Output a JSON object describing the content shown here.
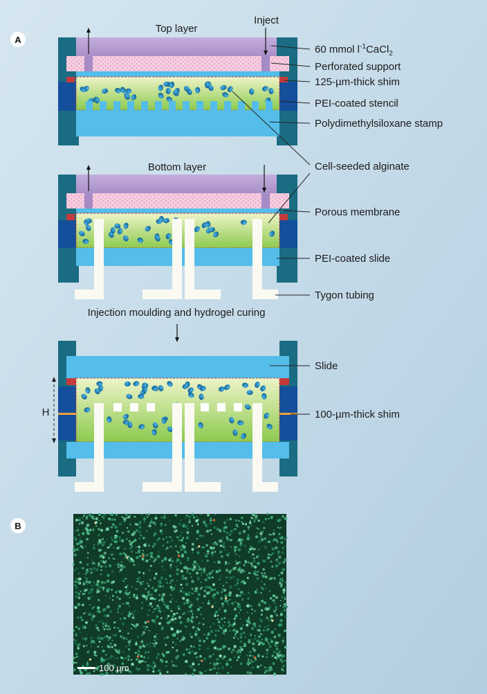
{
  "panel_a": {
    "letter": "A",
    "top": {
      "title": "Top layer",
      "inject": "Inject",
      "labels": {
        "cacl2_prefix": "60 mmol l",
        "cacl2_exp": "-1",
        "cacl2_chem": "CaCl",
        "cacl2_sub": "2",
        "perforated_support": "Perforated support",
        "shim125": "125-µm-thick shim",
        "stencil": "PEI-coated stencil",
        "pdms": "Polydimethylsiloxane stamp",
        "alginate": "Cell-seeded alginate"
      }
    },
    "bottom": {
      "title": "Bottom layer",
      "labels": {
        "porous_membrane": "Porous membrane",
        "pei_slide": "PEI-coated slide",
        "tygon": "Tygon tubing"
      }
    },
    "step_caption": "Injection moulding and hydrogel curing",
    "assembled": {
      "height_symbol": "H",
      "labels": {
        "slide": "Slide",
        "shim100": "100-µm-thick shim"
      }
    }
  },
  "panel_b": {
    "letter": "B",
    "scale_bar": "100 µm"
  },
  "colors": {
    "background": "#c6dbe8",
    "frame": "#1a6c82",
    "frame_inner": "#134f9a",
    "pdms": "#54bde9",
    "alginate_top": "#edf3c7",
    "alginate_bottom": "#8ecb52",
    "cell": "#1a82b4",
    "cacl2": "#b8a0d2",
    "support": "#f4c8dc",
    "shim": "#c43a3a",
    "tubing": "#fafaf2",
    "micrograph": "#0f3b28"
  }
}
